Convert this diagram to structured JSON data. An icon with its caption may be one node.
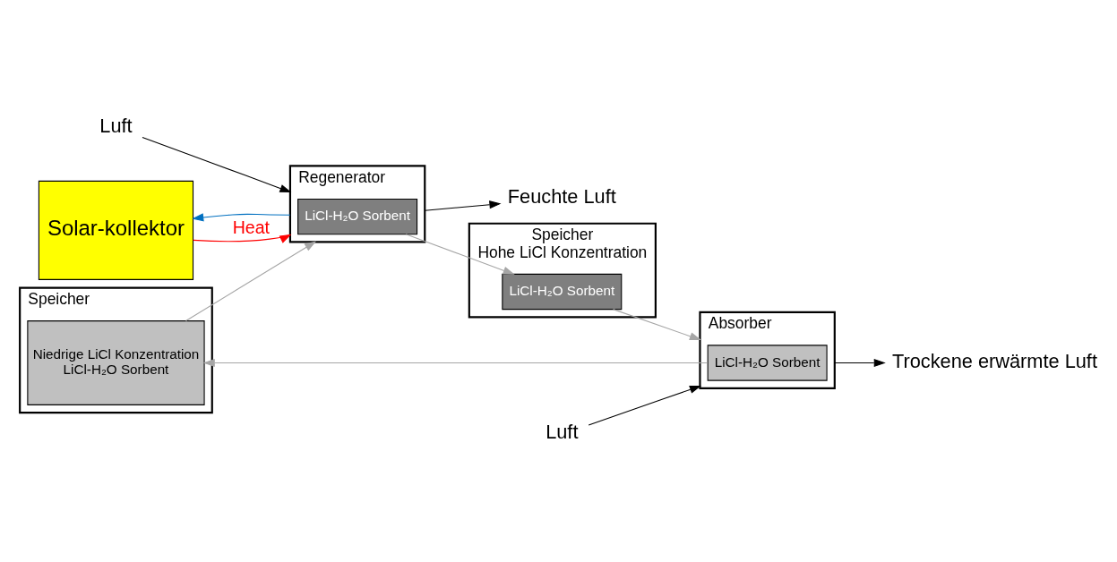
{
  "diagram": {
    "nodes": [
      {
        "text": [
          "Solar-kollektor"
        ]
      },
      {
        "text": [
          "Regenerator"
        ]
      },
      {
        "text": [
          "LiCl-H₂O Sorbent"
        ],
        "in": 1
      },
      {
        "text": [
          "Speicher",
          "Hohe LiCl Konzentration"
        ]
      },
      {
        "text": [
          "LiCl-H₂O Sorbent"
        ],
        "in": 3
      },
      {
        "text": [
          "Absorber"
        ]
      },
      {
        "text": [
          "LiCl-H₂O Sorbent"
        ],
        "in": 5
      },
      {
        "text": [
          "Speicher"
        ]
      },
      {
        "text": [
          "Niedrige LiCl Konzentration",
          "LiCl-H₂O Sorbent"
        ],
        "in": 7
      },
      {
        "text": [
          "Feuchte Luft"
        ]
      },
      {
        "text": [
          "Luft"
        ]
      },
      {
        "text": [
          "Trockene erwärmte Luft"
        ]
      },
      {
        "text": [
          "Luft"
        ]
      }
    ],
    "edges": [
      {
        "from": 0,
        "to": 1,
        "arrow": "to",
        "label": "Heat",
        "color": "#ff0000"
      },
      {
        "from": 1,
        "to": 0,
        "arrow": "to",
        "color": "#0070c0"
      },
      {
        "from": 10,
        "to": 1,
        "arrow": "to"
      },
      {
        "from": 1,
        "to": 9,
        "arrow": "to"
      },
      {
        "from": 2,
        "to": 4,
        "arrow": "to",
        "color": "#a6a6a6"
      },
      {
        "from": 4,
        "to": 5,
        "arrow": "to",
        "color": "#a6a6a6"
      },
      {
        "from": 6,
        "to": 8,
        "arrow": "to",
        "color": "#a6a6a6"
      },
      {
        "from": 8,
        "to": 1,
        "arrow": "to",
        "color": "#a6a6a6"
      },
      {
        "from": 12,
        "to": 5,
        "arrow": "to"
      },
      {
        "from": 5,
        "to": 11,
        "arrow": "to"
      }
    ]
  }
}
